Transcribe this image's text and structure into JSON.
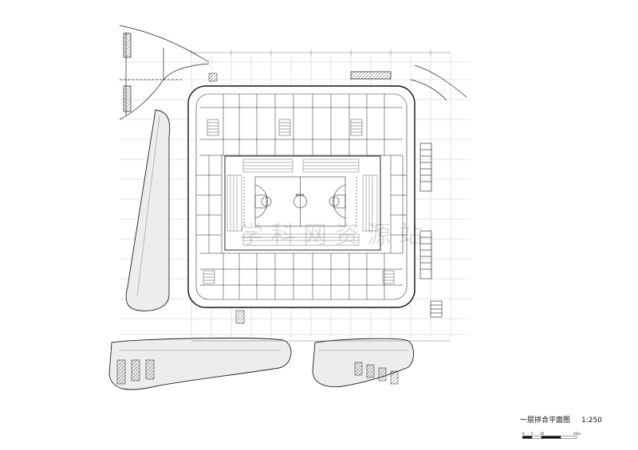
{
  "sheet": {
    "title": "一层拼合平面图",
    "scale": "1:250"
  },
  "scalebar": {
    "labels": [
      "0",
      "5",
      "10",
      "20m"
    ]
  },
  "court_label": "篮球场",
  "watermark": "学科网资源站"
}
